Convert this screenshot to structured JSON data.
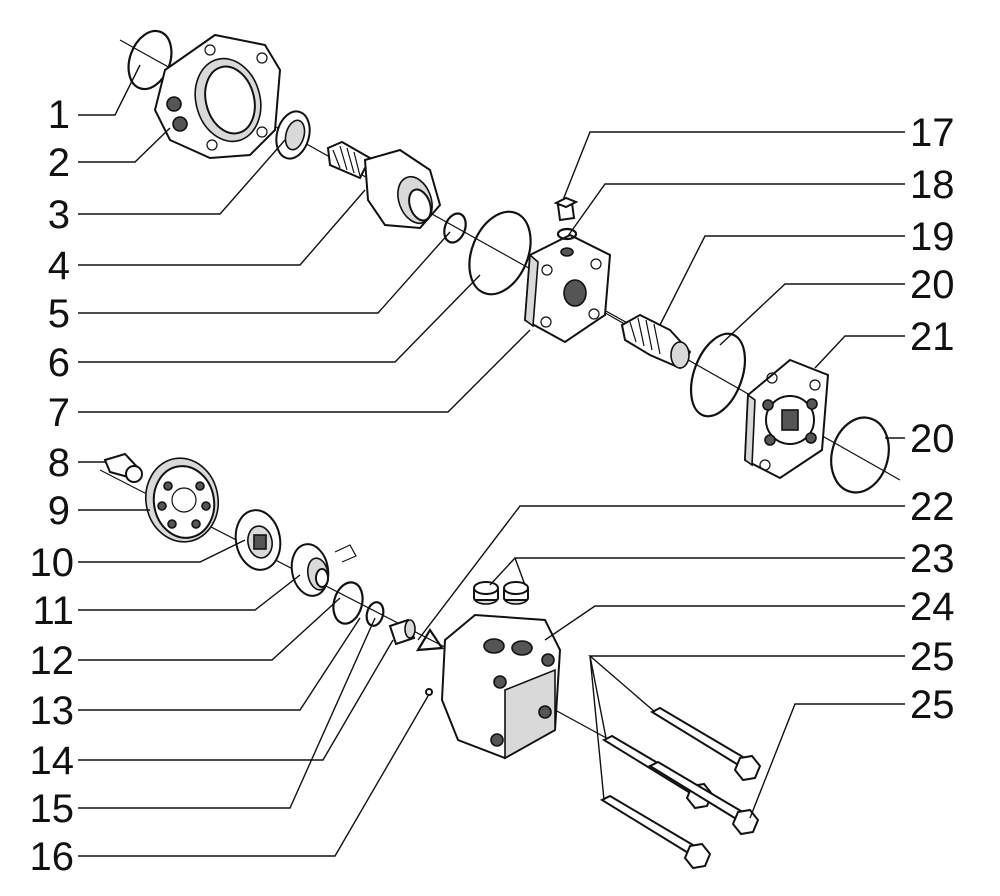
{
  "diagram": {
    "callouts": [
      {
        "id": "c1",
        "label": "1"
      },
      {
        "id": "c2",
        "label": "2"
      },
      {
        "id": "c3",
        "label": "3"
      },
      {
        "id": "c4",
        "label": "4"
      },
      {
        "id": "c5",
        "label": "5"
      },
      {
        "id": "c6",
        "label": "6"
      },
      {
        "id": "c7",
        "label": "7"
      },
      {
        "id": "c8",
        "label": "8"
      },
      {
        "id": "c9",
        "label": "9"
      },
      {
        "id": "c10",
        "label": "10"
      },
      {
        "id": "c11",
        "label": "11"
      },
      {
        "id": "c12",
        "label": "12"
      },
      {
        "id": "c13",
        "label": "13"
      },
      {
        "id": "c14",
        "label": "14"
      },
      {
        "id": "c15",
        "label": "15"
      },
      {
        "id": "c16",
        "label": "16"
      },
      {
        "id": "c17",
        "label": "17"
      },
      {
        "id": "c18",
        "label": "18"
      },
      {
        "id": "c19",
        "label": "19"
      },
      {
        "id": "c20a",
        "label": "20"
      },
      {
        "id": "c21",
        "label": "21"
      },
      {
        "id": "c20b",
        "label": "20"
      },
      {
        "id": "c22",
        "label": "22"
      },
      {
        "id": "c23",
        "label": "23"
      },
      {
        "id": "c24",
        "label": "24"
      },
      {
        "id": "c25a",
        "label": "25"
      },
      {
        "id": "c25b",
        "label": "25"
      }
    ]
  }
}
